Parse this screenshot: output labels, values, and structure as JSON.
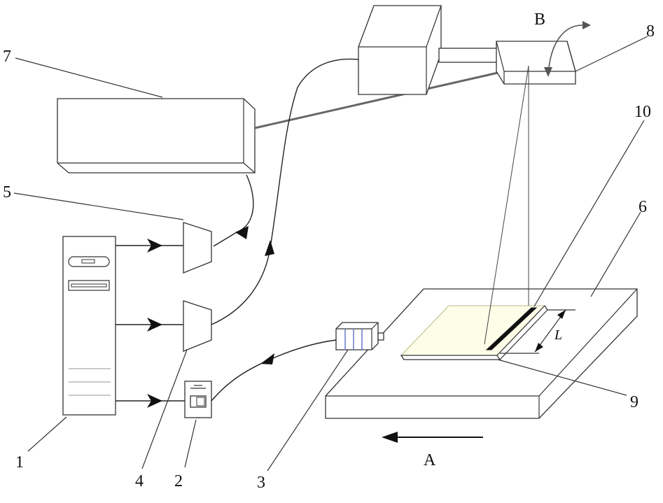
{
  "labels": {
    "n1": "1",
    "n2": "2",
    "n3": "3",
    "n4": "4",
    "n5": "5",
    "n6": "6",
    "n7": "7",
    "n8": "8",
    "n9": "9",
    "n10": "10",
    "dir_a": "A",
    "dir_b": "B",
    "length": "L"
  },
  "colors": {
    "line": "#333333",
    "beam": "#666666",
    "substrate_fill": "#fdfde8",
    "strip": "#111111"
  }
}
